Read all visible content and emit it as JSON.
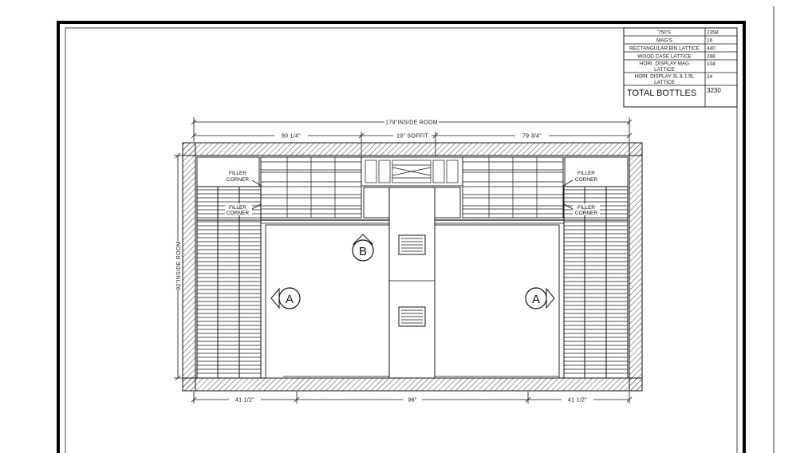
{
  "bottle_table": {
    "rows": [
      {
        "label": "750'S",
        "value": "2358"
      },
      {
        "label": "MAG'S",
        "value": "16"
      },
      {
        "label": "RECTANGULAR BIN LATTICE",
        "value": "440"
      },
      {
        "label": "WOOD CASE LATTICE",
        "value": "288"
      },
      {
        "label": "HORI. DISPLAY MAG LATTICE",
        "line1": "HORI. DISPLAY MAG",
        "line2": "LATTICE",
        "value": "104"
      },
      {
        "label": "HORI. DISPLAY 3L & 1.5L LATTICE",
        "line1": "HORI. DISPLAY 3L & 1.5L",
        "line2": "LATTICE",
        "value": "24"
      }
    ],
    "total_label": "TOTAL BOTTLES",
    "total_value": "3230"
  },
  "dimensions": {
    "overall_width": "179\"INSIDE ROOM",
    "left_upper": "80 1/4\"",
    "soffit": "19\" SOFFIT",
    "right_upper": "79 3/4\"",
    "height": "92\"INSIDE ROOM",
    "left_lower": "41 1/2\"",
    "center_lower": "96\"",
    "right_lower": "41 1/2\""
  },
  "labels": {
    "filler_corner_upper_left": [
      "FILLER",
      "CORNER"
    ],
    "filler_corner_lower_left": [
      "FILLER",
      "CORNER"
    ],
    "filler_corner_upper_right": [
      "FILLER",
      "CORNER"
    ],
    "filler_corner_lower_right": [
      "FILLER",
      "CORNER"
    ]
  },
  "markers": {
    "left": "A",
    "center": "B",
    "right": "A"
  }
}
